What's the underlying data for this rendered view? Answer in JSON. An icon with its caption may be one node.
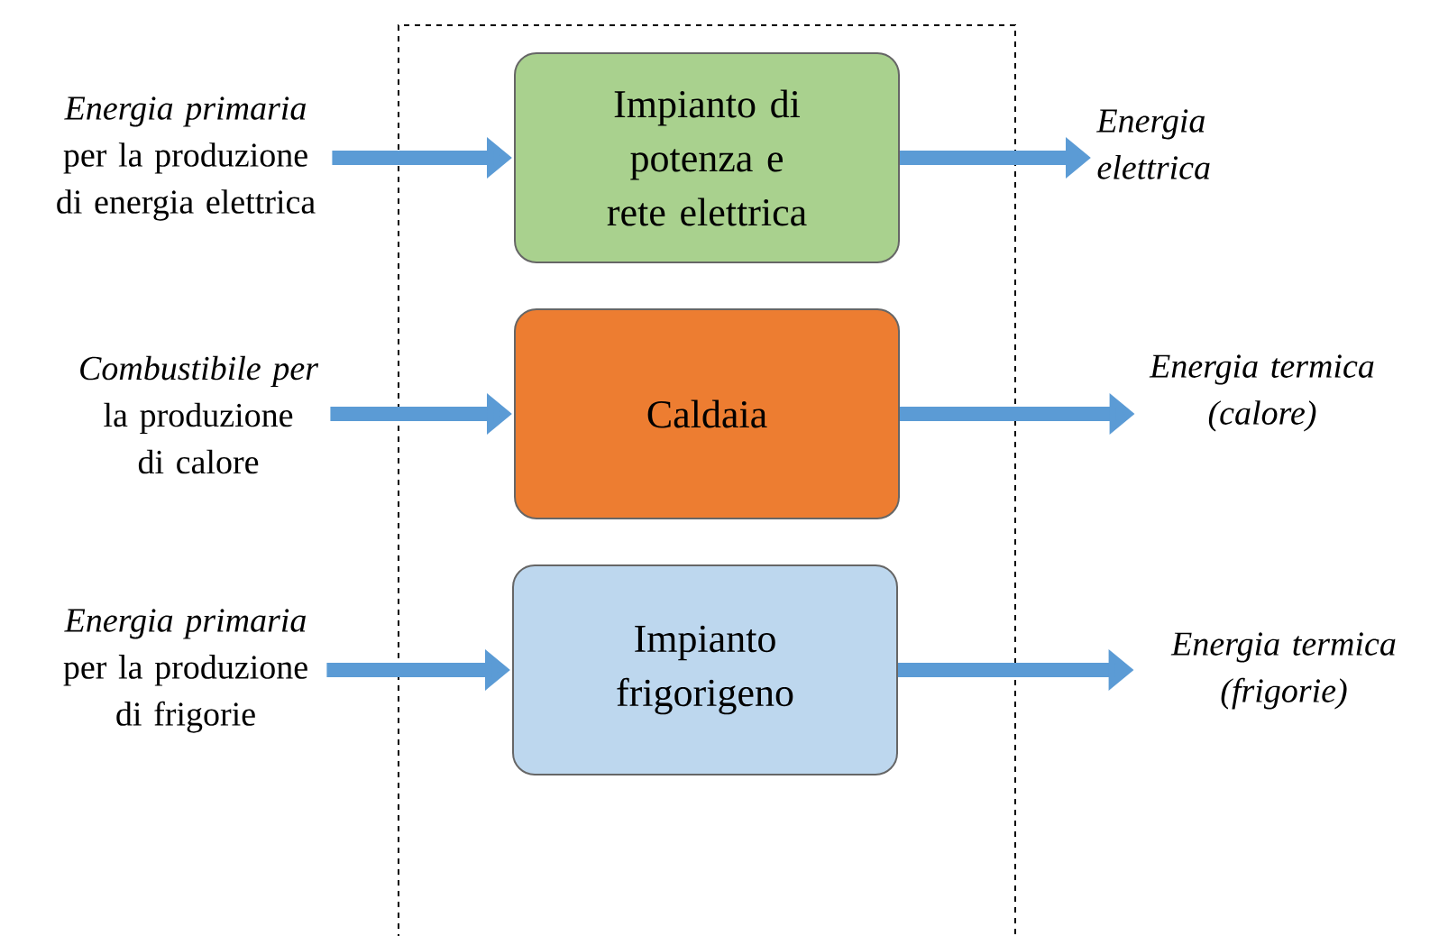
{
  "diagram": {
    "nodes": [
      {
        "text": [],
        "shape": "box"
      },
      {
        "text": [
          "*Energia primaria* per la produzione di energia elettrica"
        ]
      },
      {
        "text": [
          "Impianto di potenza e rete elettrica"
        ],
        "in": 0
      },
      {
        "text": [
          "Energia elettrica"
        ]
      },
      {
        "text": [
          "*Combustibile per* la produzione di calore"
        ]
      },
      {
        "text": [
          "Caldaia"
        ],
        "in": 0
      },
      {
        "text": [
          "Energia termica (calore)"
        ]
      },
      {
        "text": [
          "*Energia primaria* per la produzione di frigorie"
        ]
      },
      {
        "text": [
          "Impianto frigorigeno"
        ],
        "in": 0
      },
      {
        "text": [
          "Energia termica (frigorie)"
        ]
      }
    ],
    "edges": [
      {
        "from": 1,
        "to": 2,
        "arrow": "to"
      },
      {
        "from": 2,
        "to": 3,
        "arrow": "to"
      },
      {
        "from": 4,
        "to": 5,
        "arrow": "to"
      },
      {
        "from": 5,
        "to": 6,
        "arrow": "to"
      },
      {
        "from": 7,
        "to": 8,
        "arrow": "to"
      },
      {
        "from": 8,
        "to": 9,
        "arrow": "to"
      }
    ]
  }
}
